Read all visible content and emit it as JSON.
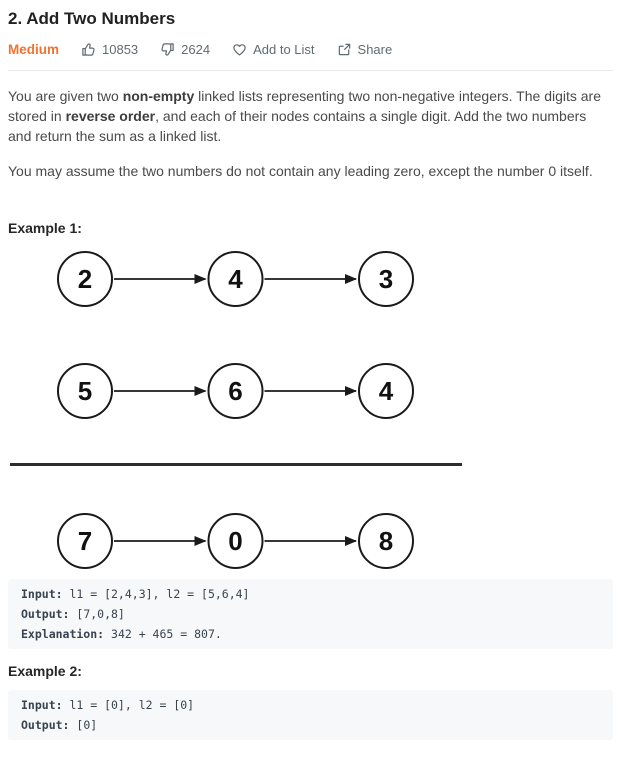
{
  "header": {
    "title": "2. Add Two Numbers",
    "difficulty": "Medium",
    "likes": "10853",
    "dislikes": "2624",
    "add_to_list_label": "Add to List",
    "share_label": "Share"
  },
  "colors": {
    "difficulty_medium": "#ef7432",
    "stats_muted": "#5f6b72",
    "code_background": "#f7f8fa",
    "diagram_stroke": "#1a1a1a"
  },
  "description": {
    "paragraph1": [
      {
        "text": "You are given two ",
        "bold": false
      },
      {
        "text": "non-empty",
        "bold": true
      },
      {
        "text": " linked lists representing two non-negative integers. The digits are stored in ",
        "bold": false
      },
      {
        "text": "reverse order",
        "bold": true
      },
      {
        "text": ", and each of their nodes contains a single digit. Add the two numbers and return the sum as a linked list.",
        "bold": false
      }
    ],
    "paragraph2": "You may assume the two numbers do not contain any leading zero, except the number 0 itself."
  },
  "example1": {
    "label": "Example 1:",
    "diagram": {
      "list1": [
        "2",
        "4",
        "3"
      ],
      "list2": [
        "5",
        "6",
        "4"
      ],
      "result": [
        "7",
        "0",
        "8"
      ]
    },
    "code": [
      {
        "label": "Input:",
        "text": " l1 = [2,4,3], l2 = [5,6,4]"
      },
      {
        "label": "Output:",
        "text": " [7,0,8]"
      },
      {
        "label": "Explanation:",
        "text": " 342 + 465 = 807."
      }
    ]
  },
  "example2": {
    "label": "Example 2:",
    "code": [
      {
        "label": "Input:",
        "text": " l1 = [0], l2 = [0]"
      },
      {
        "label": "Output:",
        "text": " [0]"
      }
    ]
  }
}
